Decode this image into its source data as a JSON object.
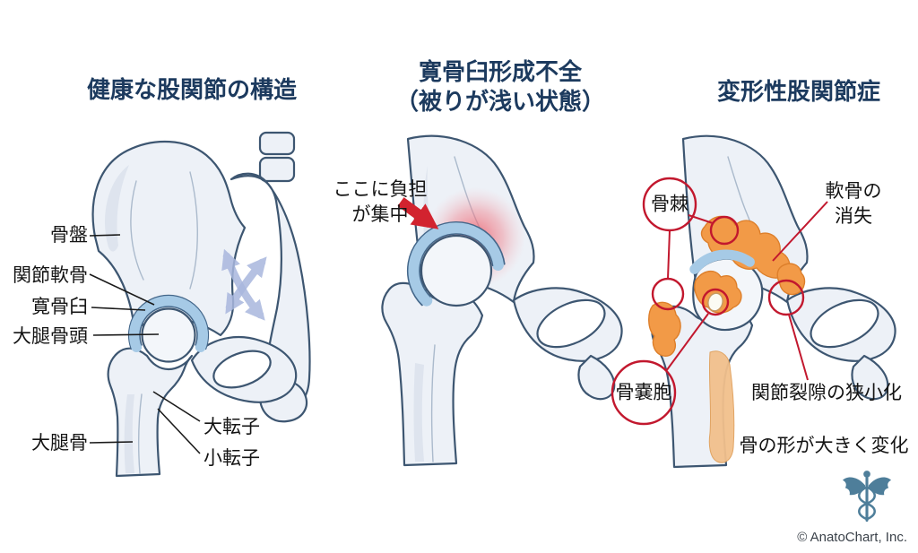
{
  "panels": {
    "healthy": {
      "title": "健康な股関節の構造",
      "labels": {
        "pelvis": "骨盤",
        "articular_cartilage": "関節軟骨",
        "acetabulum": "寛骨臼",
        "femoral_head": "大腿骨頭",
        "femur": "大腿骨",
        "greater_trochanter": "大転子",
        "lesser_trochanter": "小転子"
      }
    },
    "dysplasia": {
      "title_line1": "寛骨臼形成不全",
      "title_line2": "（被りが浅い状態）",
      "stress_note_line1": "ここに負担",
      "stress_note_line2": "が集中"
    },
    "osteoarthritis": {
      "title": "変形性股関節症",
      "labels": {
        "osteophyte": "骨棘",
        "cartilage_loss_line1": "軟骨の",
        "cartilage_loss_line2": "消失",
        "bone_cyst": "骨嚢胞",
        "joint_space_narrowing": "関節裂隙の狭小化",
        "bone_deformation": "骨の形が大きく変化"
      }
    }
  },
  "footer": {
    "copyright": "© AnatoChart, Inc.",
    "logo_icon": "caduceus-icon"
  },
  "icons": {
    "motion": "double-arrow-cross-icon",
    "stress": "red-arrow-icon"
  },
  "colors": {
    "title_navy": "#1c3a5e",
    "label_black": "#141414",
    "bone_fill": "#edf1f7",
    "bone_shade": "#d6dde9",
    "bone_outline": "#3d5671",
    "cartilage_blue": "#a6cae6",
    "cartilage_edge": "#44678a",
    "motion_arrow_blue": "#a9b7de",
    "arrow_red": "#d2232f",
    "osteophyte_orange": "#f29a47",
    "osteophyte_edge": "#dd7f2b",
    "callout_red": "#c2182e",
    "logo_blue": "#4e7e9a",
    "copyright_gray": "#3b424a"
  }
}
